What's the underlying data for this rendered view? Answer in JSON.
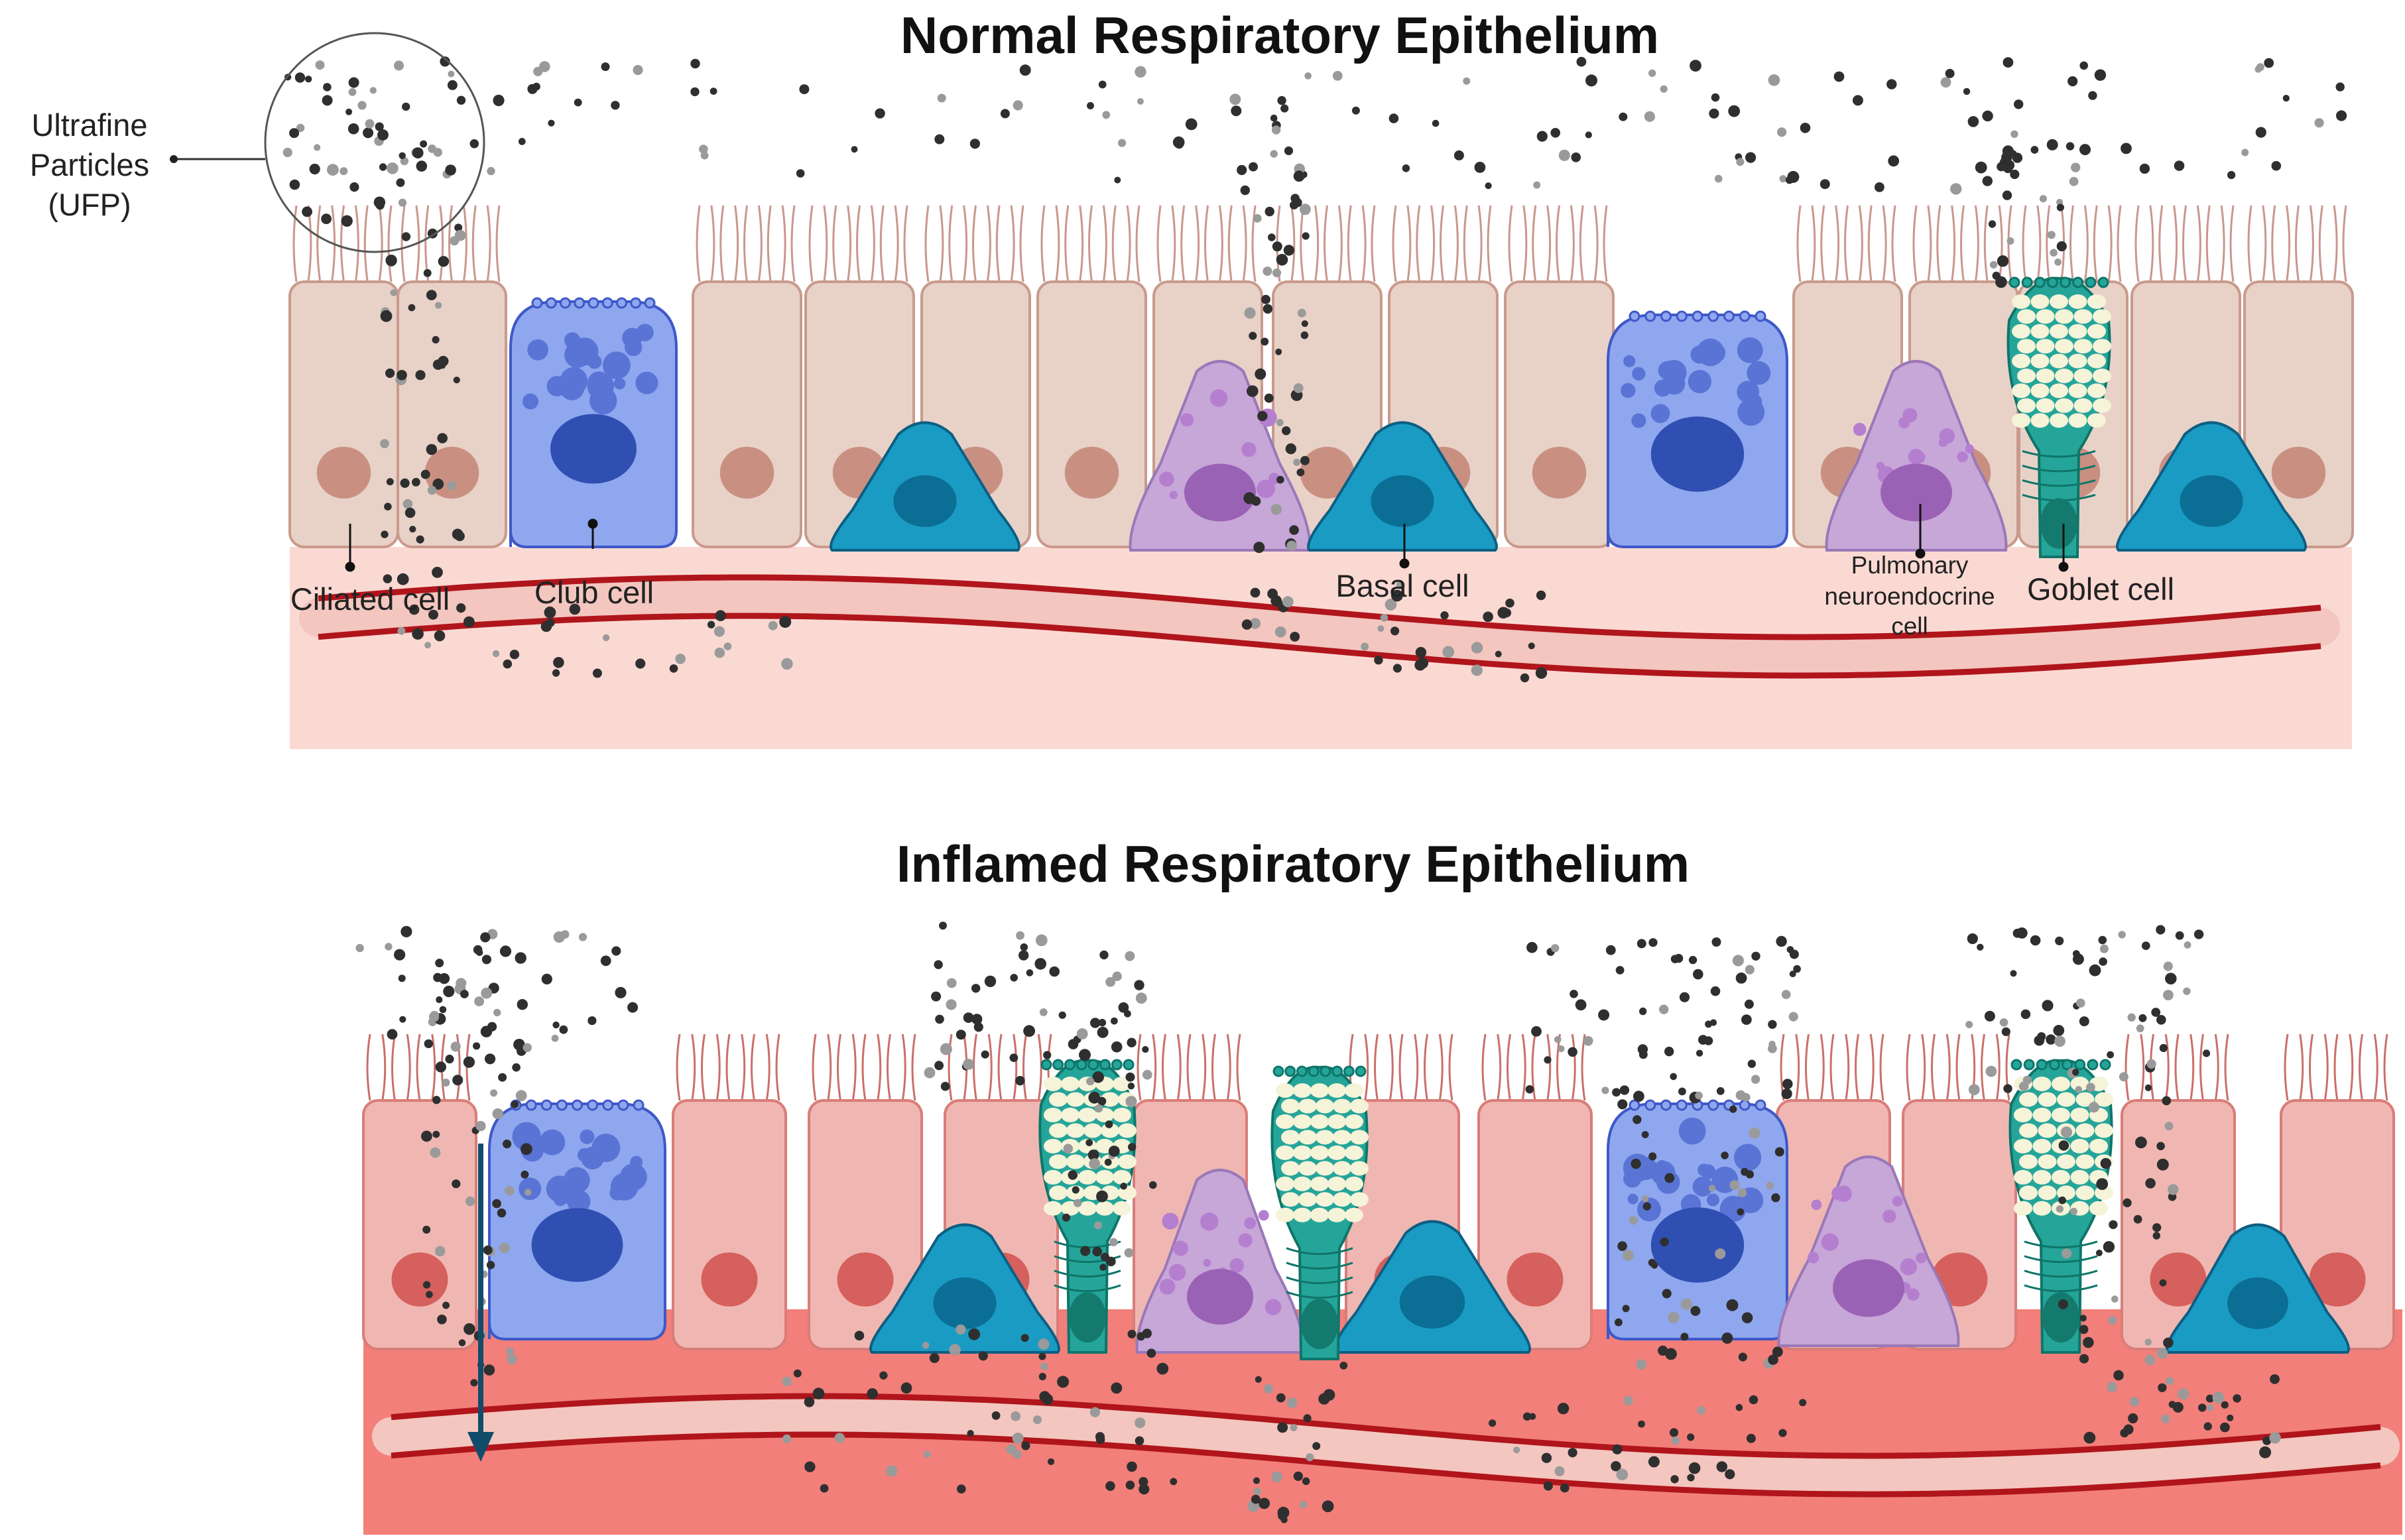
{
  "normal": {
    "title": "Normal Respiratory Epithelium",
    "labels": {
      "ufp_1": "Ultrafine",
      "ufp_2": "Particles",
      "ufp_3": "(UFP)",
      "ciliated": "Ciliated cell",
      "club": "Club cell",
      "basal": "Basal cell",
      "pne_1": "Pulmonary",
      "pne_2": "neuroendocrine",
      "pne_3": "cell",
      "goblet": "Goblet cell"
    }
  },
  "inflamed": {
    "title": "Inflamed Respiratory Epithelium"
  },
  "colors": {
    "ciliated_normal": "#e8d2c8",
    "ciliated_inflamed": "#f0b7b2",
    "club": "#8fa7ee",
    "basal": "#1a9bc4",
    "pne": "#c7a6d8",
    "goblet": "#25a59a",
    "lamina_normal": "#fbd9d3",
    "lamina_inflamed": "#f27f7a",
    "vessel": "#b0151b",
    "particle": "#2f2f2f"
  }
}
